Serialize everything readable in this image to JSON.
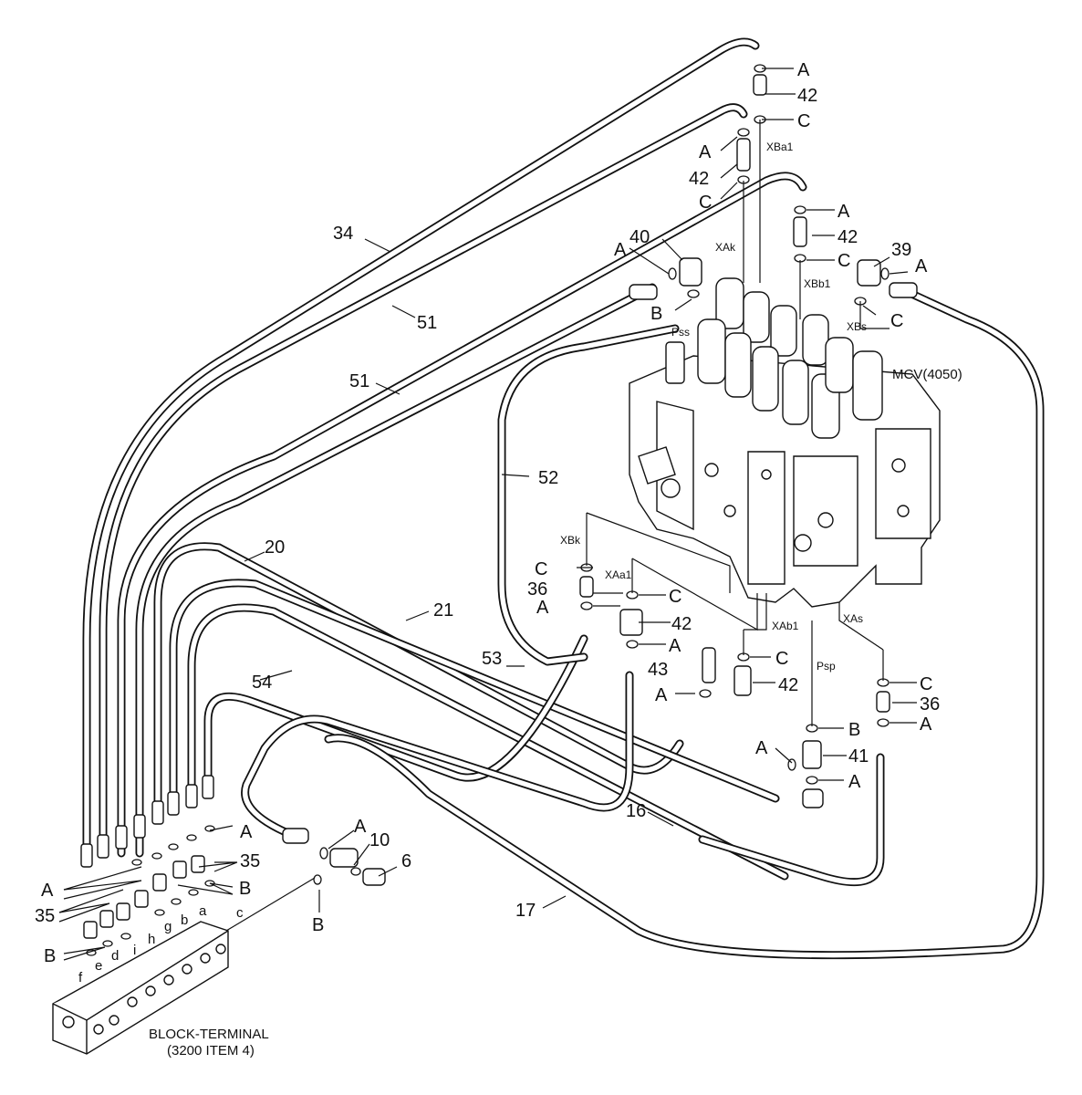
{
  "callouts": {
    "n34": "34",
    "n51a": "51",
    "n51b": "51",
    "n52": "52",
    "n20": "20",
    "n21": "21",
    "n53": "53",
    "n54": "54",
    "n16": "16",
    "n17": "17",
    "n40": "40",
    "n39": "39",
    "n42a": "42",
    "n42b": "42",
    "n42c": "42",
    "n42d": "42",
    "n42e": "42",
    "n36a": "36",
    "n36b": "36",
    "n43": "43",
    "n41": "41",
    "n10": "10",
    "n6": "6",
    "n35a": "35",
    "n35b": "35"
  },
  "letters": {
    "A1": "A",
    "A2": "A",
    "A3": "A",
    "A4": "A",
    "A5": "A",
    "A6": "A",
    "A7": "A",
    "A8": "A",
    "A9": "A",
    "A10": "A",
    "A11": "A",
    "A12": "A",
    "A13": "A",
    "A14": "A",
    "B1": "B",
    "B2": "B",
    "B3": "B",
    "B4": "B",
    "B5": "B",
    "C1": "C",
    "C2": "C",
    "C3": "C",
    "C4": "C",
    "C5": "C",
    "C6": "C",
    "C7": "C",
    "C8": "C"
  },
  "ports": {
    "XBa1": "XBa1",
    "XAk": "XAk",
    "XBb1": "XBb1",
    "XBs": "XBs",
    "Pss": "Pss",
    "XBk": "XBk",
    "XAa1": "XAa1",
    "XAb1": "XAb1",
    "XAs": "XAs",
    "Psp": "Psp"
  },
  "block_ports": {
    "a": "a",
    "b": "b",
    "c": "c",
    "d": "d",
    "e": "e",
    "f": "f",
    "g": "g",
    "h": "h",
    "i": "i"
  },
  "mcv_label": "MCV(4050)",
  "block_title": "BLOCK-TERMINAL",
  "block_subtitle": "(3200 ITEM 4)"
}
